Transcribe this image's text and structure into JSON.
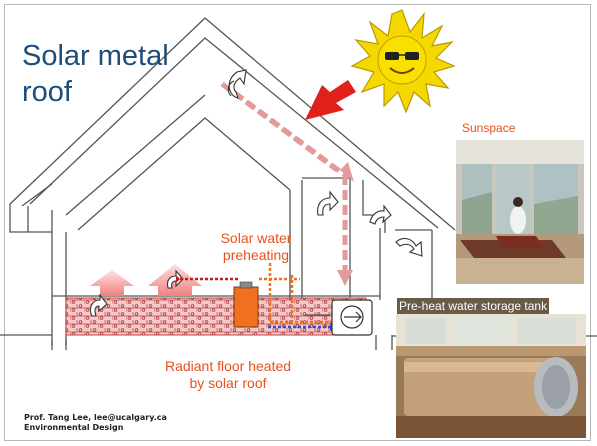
{
  "title": {
    "line1": "Solar metal",
    "line2": "roof"
  },
  "labels": {
    "solar_water": {
      "line1": "Solar water",
      "line2": "preheating"
    },
    "radiant_floor": {
      "line1": "Radiant floor heated",
      "line2": "by solar roof"
    }
  },
  "photos": {
    "sunspace": {
      "label": "Sunspace"
    },
    "tank": {
      "label": "Pre-heat water storage tank"
    }
  },
  "credit": {
    "line1": "Prof. Tang Lee, lee@ucalgary.ca",
    "line2": "Environmental Design"
  },
  "colors": {
    "title": "#1f4e79",
    "label": "#e8501c",
    "airflow": "#e39a9a",
    "sun": "#f5d800",
    "sun_arrow": "#e0201a",
    "tank": "#f07020",
    "hot_pipe": "#d04040",
    "cold_pipe": "#3050c8"
  }
}
